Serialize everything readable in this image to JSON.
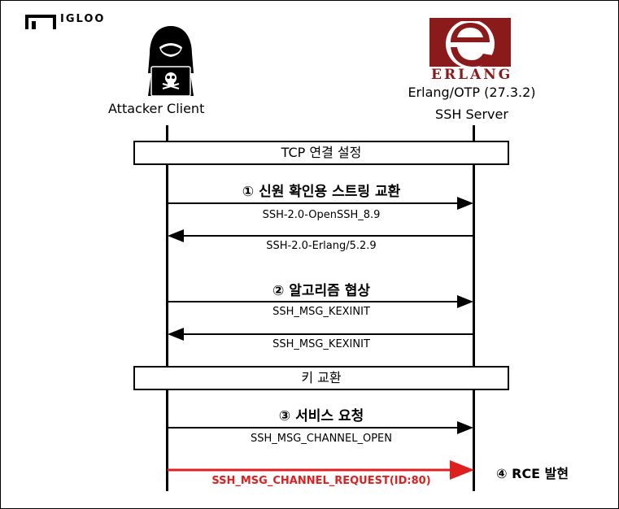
{
  "brand": {
    "name": "IGLOO"
  },
  "erlang_logo_text": "ERLANG",
  "actors": {
    "client": {
      "label": "Attacker Client"
    },
    "server": {
      "label_line1": "Erlang/OTP (27.3.2)",
      "label_line2": "SSH Server"
    }
  },
  "phases": {
    "tcp": "TCP 연결 설정",
    "kex": "키 교환"
  },
  "steps": {
    "s1": "① 신원 확인용 스트링 교환",
    "s2": "② 알고리즘 협상",
    "s3": "③ 서비스 요청",
    "s4": "④ RCE 발현"
  },
  "messages": {
    "m1": "SSH-2.0-OpenSSH_8.9",
    "m2": "SSH-2.0-Erlang/5.2.9",
    "m3": "SSH_MSG_KEXINIT",
    "m4": "SSH_MSG_KEXINIT",
    "m5": "SSH_MSG_CHANNEL_OPEN",
    "m6": "SSH_MSG_CHANNEL_REQUEST(ID:80)"
  },
  "colors": {
    "malicious": "#e0201f",
    "erlang": "#8b1a1a"
  }
}
